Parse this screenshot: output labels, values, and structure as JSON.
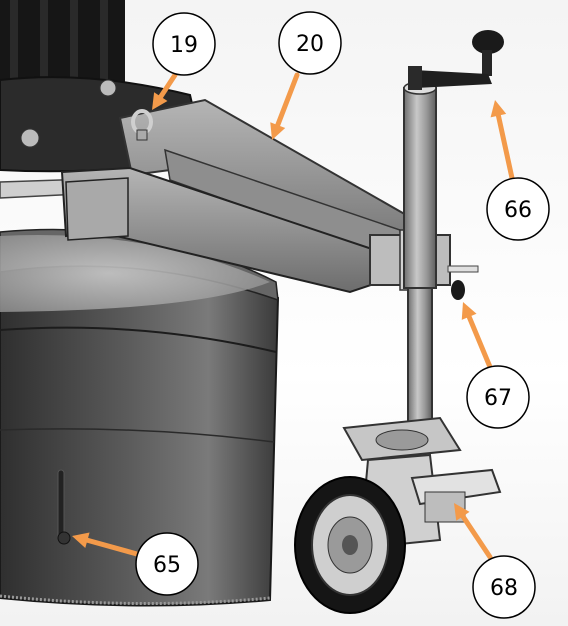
{
  "diagram": {
    "callouts": [
      {
        "label": "19",
        "target": "eye-bolt"
      },
      {
        "label": "20",
        "target": "tow-arm"
      },
      {
        "label": "66",
        "target": "crank-handle"
      },
      {
        "label": "67",
        "target": "locking-knob"
      },
      {
        "label": "65",
        "target": "guide-pin"
      },
      {
        "label": "68",
        "target": "caster-brake"
      }
    ]
  },
  "colors": {
    "arrow": "#f39a4a",
    "callout_stroke": "#000000",
    "callout_fill": "#ffffff"
  }
}
